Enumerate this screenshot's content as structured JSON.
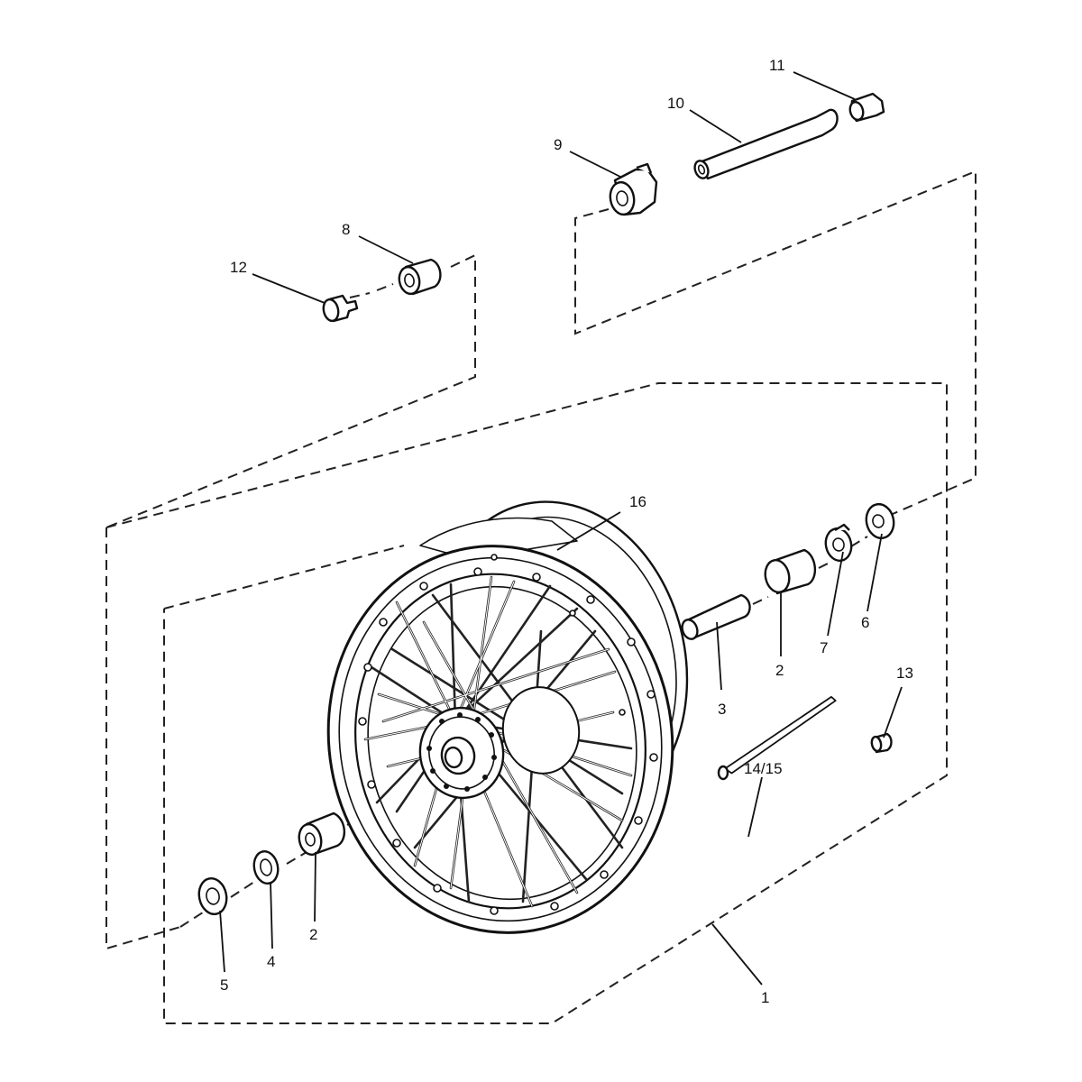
{
  "callouts": [
    {
      "id": "c11",
      "text": "11"
    },
    {
      "id": "c10",
      "text": "10"
    },
    {
      "id": "c9",
      "text": "9"
    },
    {
      "id": "c8",
      "text": "8"
    },
    {
      "id": "c12",
      "text": "12"
    },
    {
      "id": "c16",
      "text": "16"
    },
    {
      "id": "c7",
      "text": "7"
    },
    {
      "id": "c6",
      "text": "6"
    },
    {
      "id": "c2r",
      "text": "2"
    },
    {
      "id": "c3",
      "text": "3"
    },
    {
      "id": "c13",
      "text": "13"
    },
    {
      "id": "c1415",
      "text": "14/15"
    },
    {
      "id": "c2l",
      "text": "2"
    },
    {
      "id": "c4",
      "text": "4"
    },
    {
      "id": "c5",
      "text": "5"
    },
    {
      "id": "c1",
      "text": "1"
    }
  ]
}
